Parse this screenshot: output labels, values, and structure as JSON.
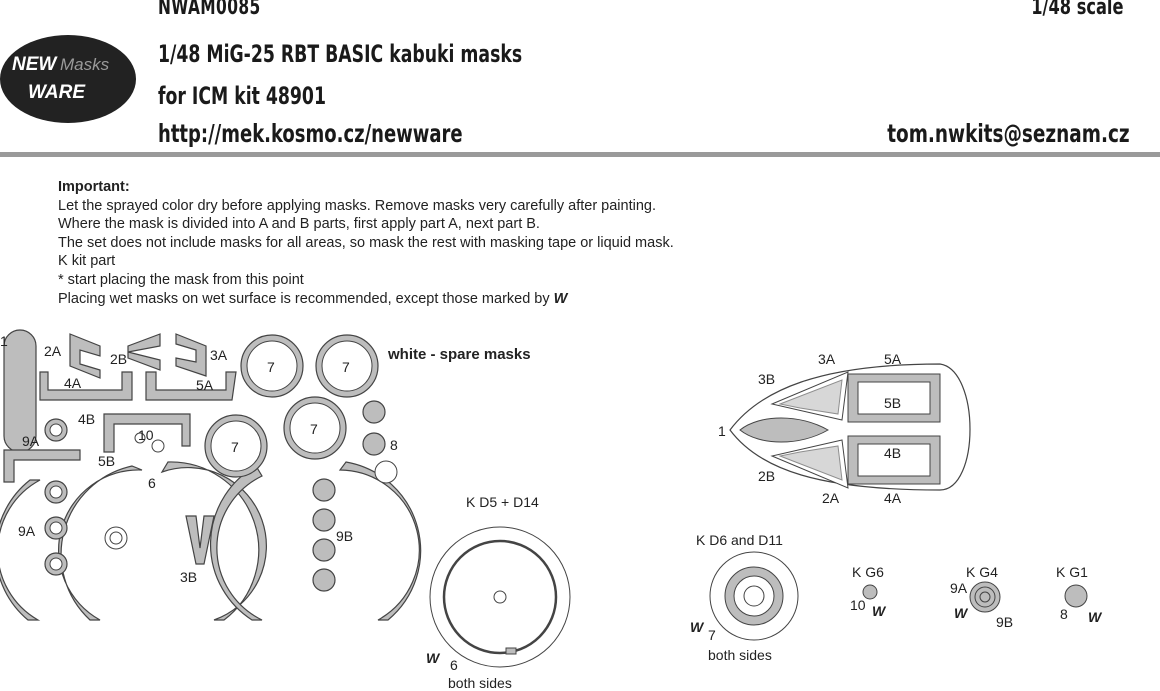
{
  "header": {
    "doc_id": "NWAM0085",
    "scale": "1/48 scale",
    "title": "1/48  MiG-25 RBT BASIC kabuki masks",
    "kit": "for ICM kit 48901",
    "url": "http://mek.kosmo.cz/newware",
    "email": "tom.nwkits@seznam.cz"
  },
  "logo": {
    "line1": "NEW",
    "line2": "Masks",
    "line3": "WARE"
  },
  "instructions": {
    "heading": "Important:",
    "lines": [
      "Let the sprayed color dry before applying masks. Remove masks very carefully after painting.",
      "Where the mask is divided into A and B parts, first apply part A, next part B.",
      "The set does not include masks for all areas, so mask the rest with masking tape or liquid mask.",
      "K kit part",
      "*  start placing the mask from this point",
      "Placing wet masks on wet surface is recommended, except those marked by"
    ]
  },
  "wet_mark": "W",
  "mask_sheet": {
    "spare_note": "white - spare masks",
    "part_labels": [
      "1",
      "2A",
      "2B",
      "3A",
      "4A",
      "5A",
      "4B",
      "10",
      "5B",
      "9A",
      "6",
      "9A",
      "3B",
      "7",
      "7",
      "7",
      "7",
      "8",
      "9B"
    ],
    "canopy_labels": [
      "1",
      "2A",
      "2B",
      "3A",
      "3B",
      "4A",
      "4B",
      "5A",
      "5B"
    ],
    "kit_parts": [
      {
        "ref": "K D5 + D14",
        "mask": "6",
        "note": "both sides"
      },
      {
        "ref": "K D6 and D11",
        "mask": "7",
        "note": "both sides"
      },
      {
        "ref": "K G6",
        "mask": "10"
      },
      {
        "ref": "K G4",
        "mask_a": "9A",
        "mask_b": "9B"
      },
      {
        "ref": "K G1",
        "mask": "8"
      }
    ]
  },
  "colors": {
    "mask_fill": "#bdbdbd",
    "outline": "#444444",
    "rule": "#9a9a9a",
    "logo_bg": "#222222"
  }
}
